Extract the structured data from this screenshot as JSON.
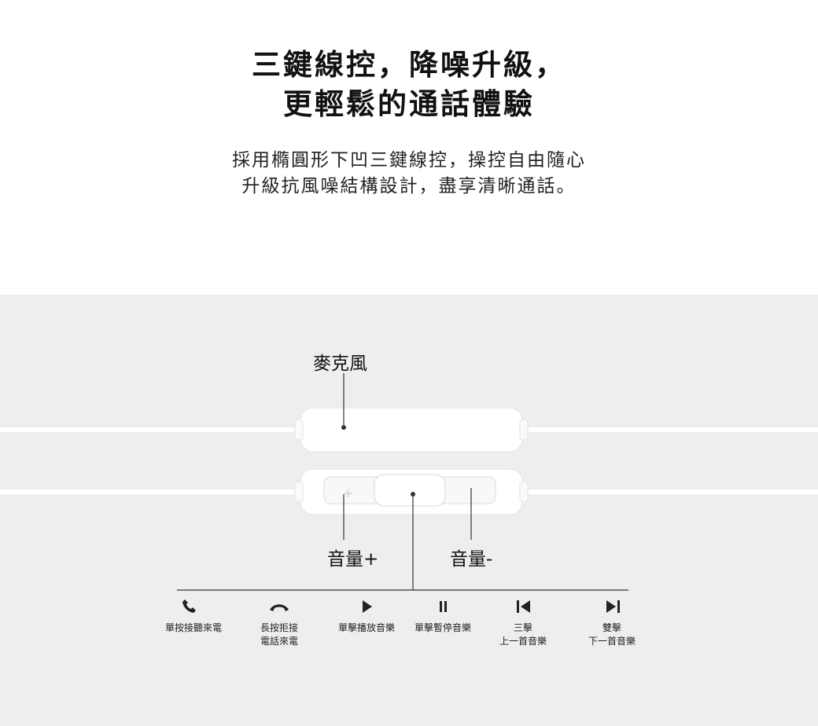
{
  "heading": {
    "line1": "三鍵線控，降噪升級，",
    "line2": "更輕鬆的通話體驗"
  },
  "description": {
    "line1": "採用橢圓形下凹三鍵線控，操控自由隨心",
    "line2": "升級抗風噪結構設計，盡享清晰通話。"
  },
  "diagram": {
    "microphone_label": "麥克風",
    "volume_up_label": "音量+",
    "volume_down_label": "音量-"
  },
  "actions": [
    {
      "icon": "phone-answer-icon",
      "line1": "單按接聽來電",
      "line2": ""
    },
    {
      "icon": "phone-hangup-icon",
      "line1": "長按拒接",
      "line2": "電話來電"
    },
    {
      "icon": "play-icon",
      "line1": "單擊播放音樂",
      "line2": ""
    },
    {
      "icon": "pause-icon",
      "line1": "單擊暫停音樂",
      "line2": ""
    },
    {
      "icon": "previous-track-icon",
      "line1": "三擊",
      "line2": "上一首音樂"
    },
    {
      "icon": "next-track-icon",
      "line1": "雙擊",
      "line2": "下一首音樂"
    }
  ],
  "colors": {
    "panel_bg": "#eeeeee",
    "text": "#111111",
    "line": "#333333",
    "remote": "#ffffff"
  }
}
